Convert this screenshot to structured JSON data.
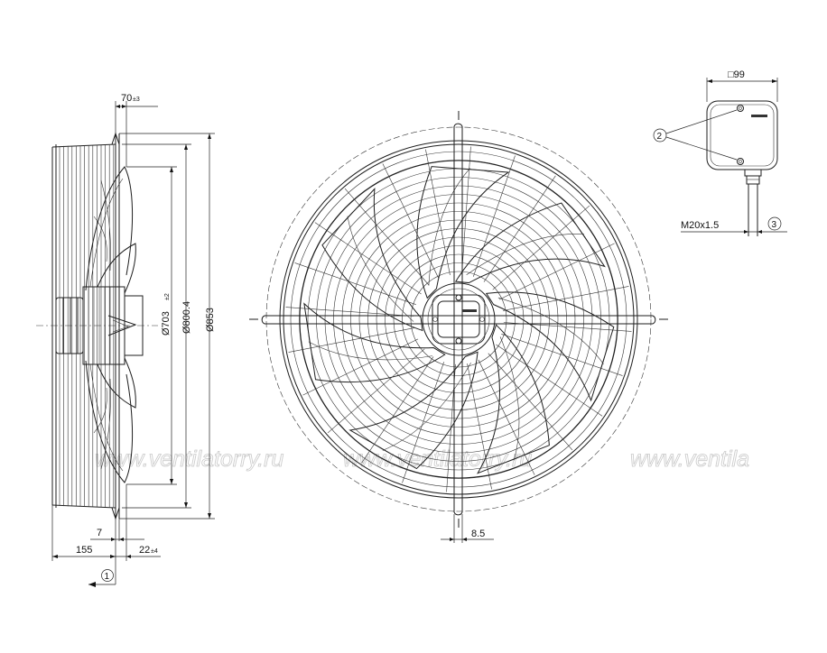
{
  "watermark": {
    "text_left": "www.ventilatorry.ru",
    "text_mid": "www.ventilatorry.ru",
    "text_right": "www.ventila"
  },
  "side_view": {
    "dim_top_value": "70",
    "dim_top_tol": "±3",
    "dim_d703_value": "Ø703",
    "dim_d703_tol": "±2",
    "dim_d800": "Ø800.4",
    "dim_d853": "Ø853",
    "dim_7": "7",
    "dim_155": "155",
    "dim_22_value": "22",
    "dim_22_tol": "±4",
    "callout_1": "1"
  },
  "front_view": {
    "dim_8_5": "8.5"
  },
  "terminal_box": {
    "dim_square": "□99",
    "callout_2": "2",
    "callout_3": "3",
    "thread_label": "M20x1.5"
  }
}
